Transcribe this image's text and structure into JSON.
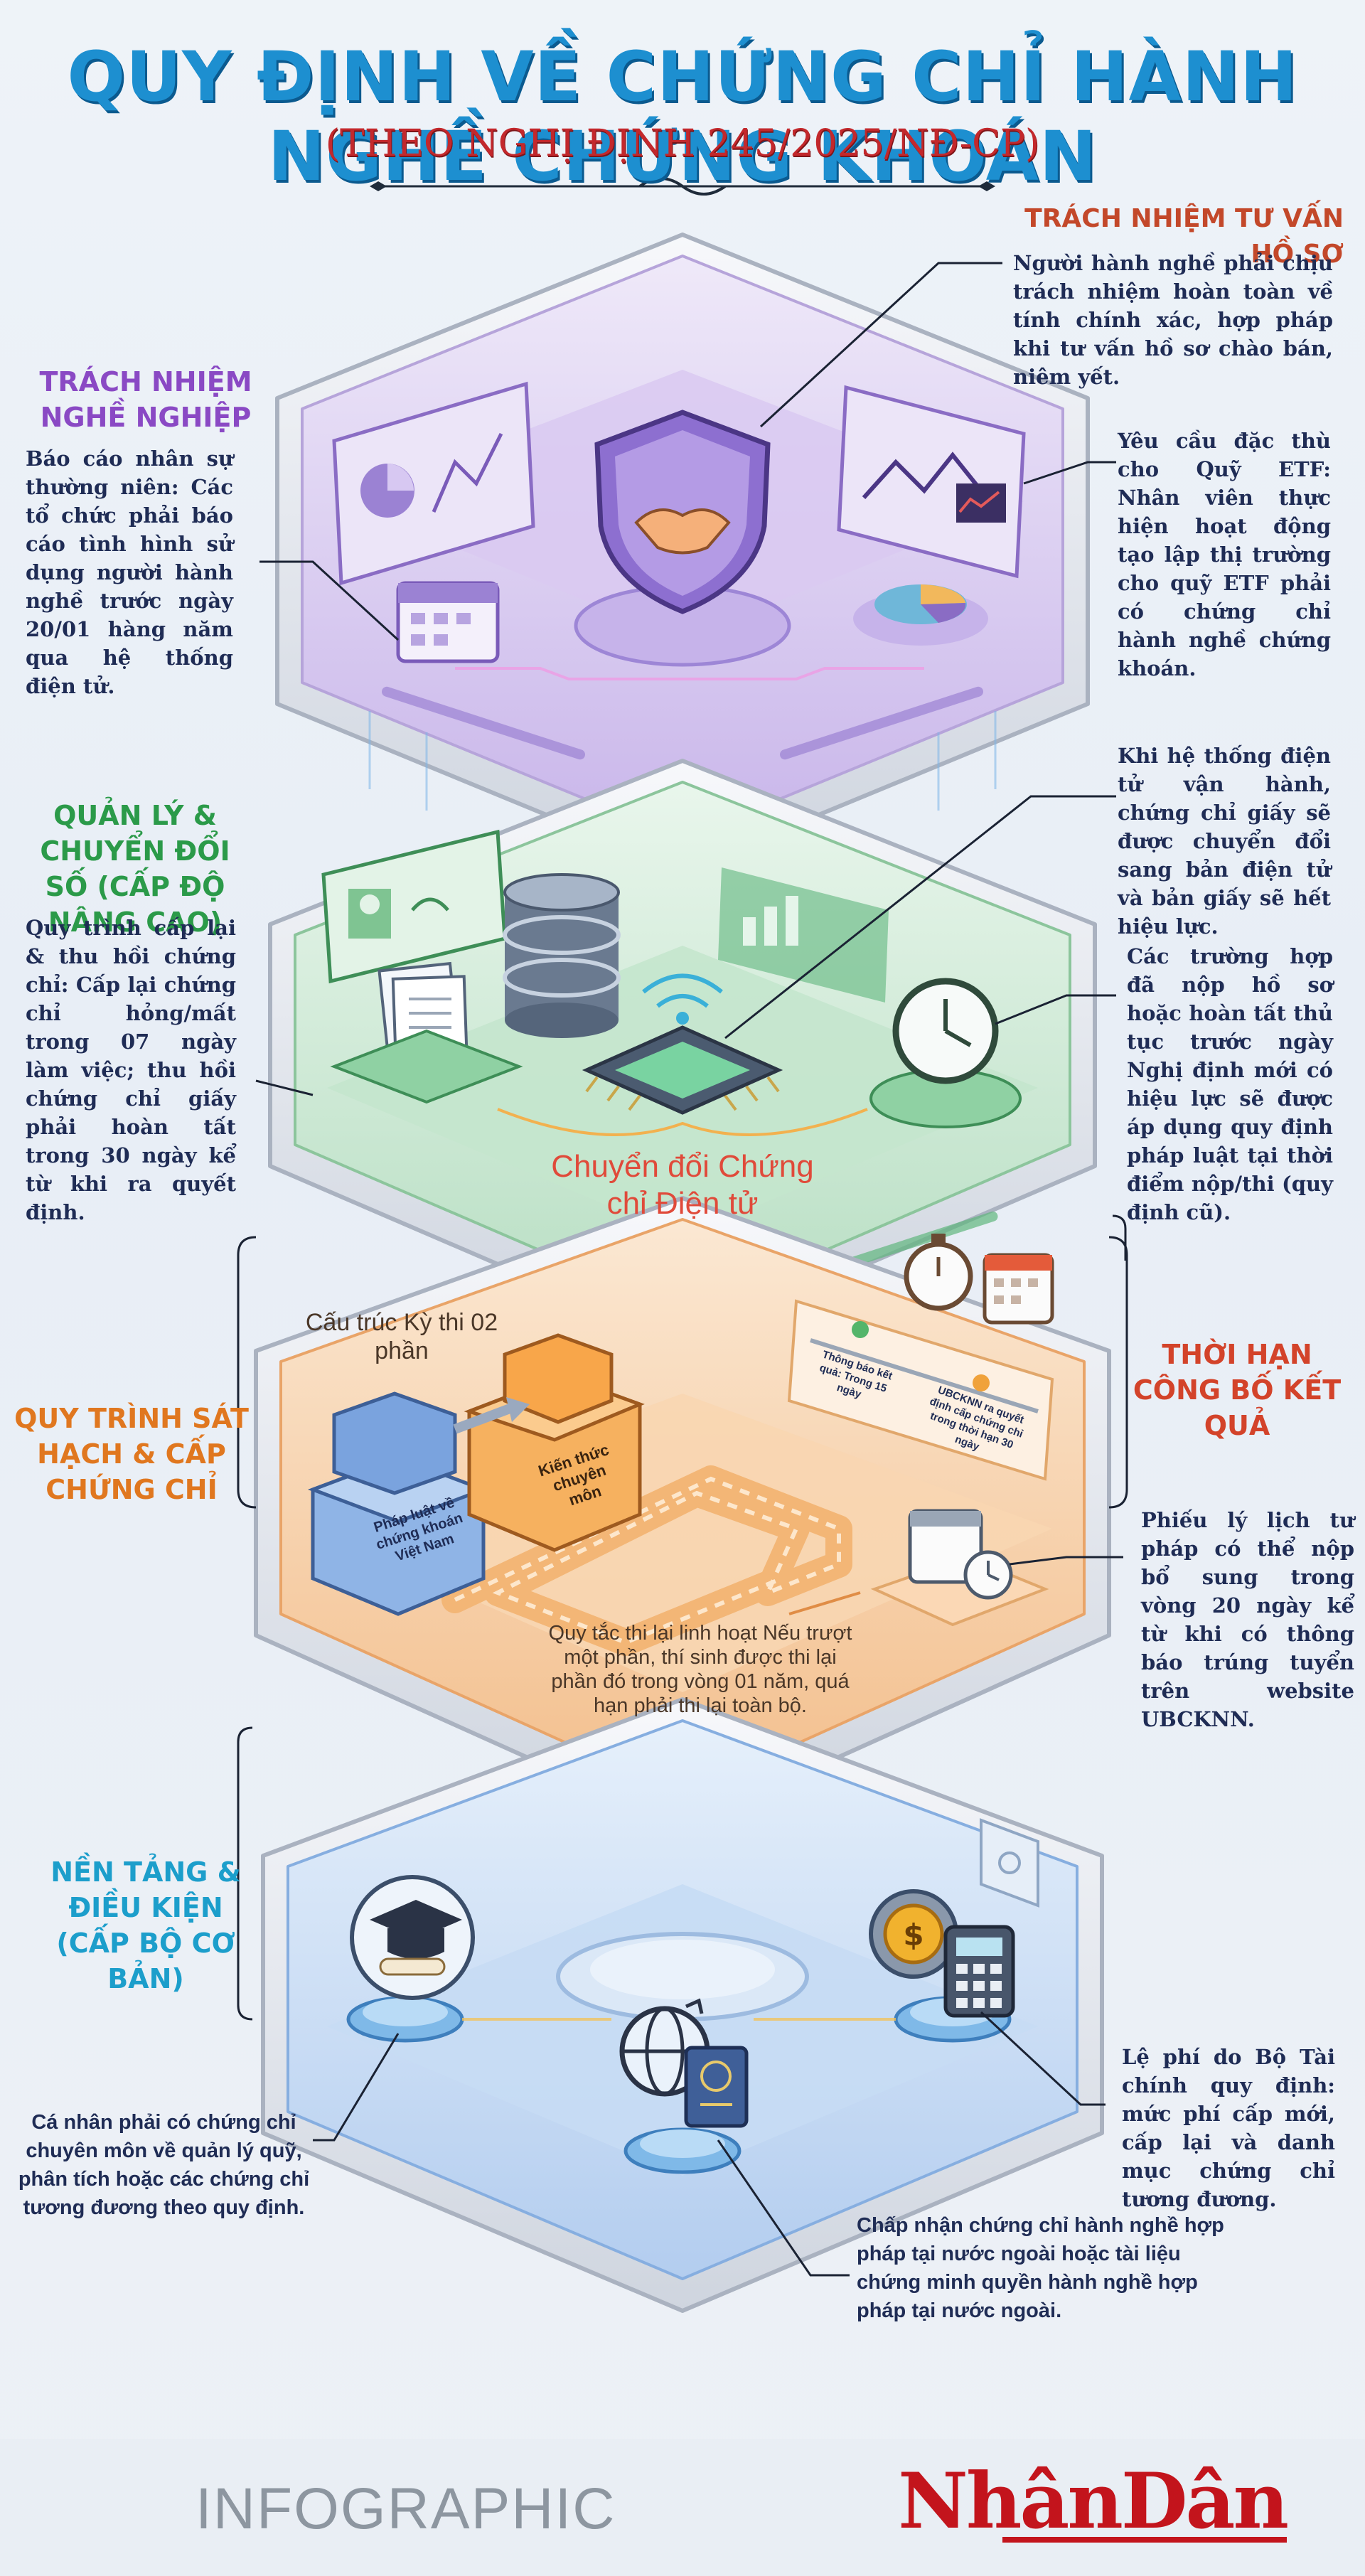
{
  "header": {
    "title": "QUY ĐỊNH VỀ CHỨNG CHỈ HÀNH NGHỀ CHỨNG KHOÁN",
    "subtitle": "(THEO NGHỊ ĐỊNH 245/2025/NĐ-CP)"
  },
  "layer1": {
    "left_heading": "TRÁCH NHIỆM NGHỀ NGHIỆP",
    "left_text": "Báo cáo nhân sự thường niên: Các tổ chức phải báo cáo tình hình sử dụng người hành nghề trước ngày 20/01 hàng năm qua hệ thống điện tử.",
    "right_heading": "TRÁCH NHIỆM TƯ VẤN HỒ SƠ",
    "right_text_top": "Người hành nghề phải chịu trách nhiệm hoàn toàn về tính chính xác, hợp pháp khi tư vấn hồ sơ chào bán, niêm yết.",
    "right_text_mid": "Yêu cầu đặc thù cho Quỹ ETF: Nhân viên thực hiện hoạt động tạo lập thị trường cho quỹ ETF phải có chứng chỉ hành nghề chứng khoán."
  },
  "layer2": {
    "left_heading": "QUẢN LÝ & CHUYỂN ĐỔI SỐ (CẤP ĐỘ NÂNG CAO)",
    "left_text": "Quy trình cấp lại & thu hồi chứng chỉ: Cấp lại chứng chỉ hỏng/mất trong 07 ngày làm việc; thu hồi chứng chỉ giấy phải hoàn tất trong 30 ngày kể từ khi ra quyết định.",
    "right_text_top": "Khi hệ thống điện tử vận hành, chứng chỉ giấy sẽ được chuyển đổi sang bản điện tử và bản giấy sẽ hết hiệu lực.",
    "right_text_mid": "Các trường hợp đã nộp hồ sơ hoặc hoàn tất thủ tục trước ngày Nghị định mới có hiệu lực sẽ được áp dụng quy định pháp luật tại thời điểm nộp/thi (quy định cũ).",
    "scene_label": "Chuyển đổi Chứng chỉ Điện tử"
  },
  "layer3": {
    "left_heading": "QUY TRÌNH SÁT HẠCH & CẤP CHỨNG CHỈ",
    "right_heading": "THỜI HẠN CÔNG BỐ KẾT QUẢ",
    "right_text": "Phiếu lý lịch tư pháp có thể nộp bổ sung trong vòng 20 ngày kể từ khi có thông báo trúng tuyển trên website UBCKNN.",
    "exam_structure": "Cấu trúc Kỳ thi 02 phần",
    "box_law": "Pháp luật về chứng khoán Việt Nam",
    "box_expert": "Kiến thức chuyên môn",
    "timeline_1": "Thông báo kết quả: Trong 15 ngày",
    "timeline_2": "UBCKNN ra quyết định cấp chứng chỉ trong thời hạn 30 ngày",
    "retake_rule": "Quy tắc thi lại linh hoạt Nếu trượt một phần, thí sinh được thi lại phần đó trong vòng 01 năm, quá hạn phải thi lại toàn bộ."
  },
  "layer4": {
    "left_heading": "NỀN TẢNG & ĐIỀU KIỆN (CẤP BỘ CƠ BẢN)",
    "left_text": "Cá nhân phải có chứng chỉ chuyên môn về quản lý quỹ, phân tích hoặc các chứng chỉ tương đương theo quy định.",
    "right_text": "Lệ phí do Bộ Tài chính quy định: mức phí cấp mới, cấp lại và danh mục chứng chỉ tương đương.",
    "bottom_text": "Chấp nhận chứng chỉ hành nghề hợp pháp tại nước ngoài hoặc tài liệu chứng minh quyền hành nghề hợp pháp tại nước ngoài."
  },
  "footer": {
    "label": "INFOGRAPHIC",
    "brand": "NhânDân"
  },
  "colors": {
    "title": "#1d8fd0",
    "subtitle": "#c3282c",
    "layer1": "#d9cdef",
    "layer2": "#cfe8d6",
    "layer3": "#f6d3ae",
    "layer4": "#cfe0f5",
    "brand": "#c3141c"
  },
  "icons": [
    "shield-handshake-icon",
    "pie-chart-icon",
    "calendar-icon",
    "line-chart-icon",
    "database-icon",
    "chip-icon",
    "wifi-icon",
    "clock-icon",
    "stopwatch-icon",
    "graduation-cap-icon",
    "globe-icon",
    "passport-icon",
    "coin-gear-icon",
    "calculator-icon",
    "document-icon"
  ]
}
